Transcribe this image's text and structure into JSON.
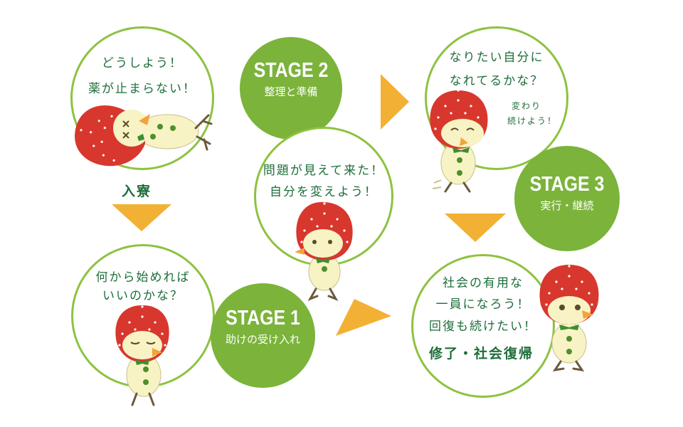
{
  "colors": {
    "ring": "#8dc23f",
    "stage_fill": "#7bb33b",
    "arrow": "#f2b134",
    "text": "#1d6e3a",
    "strawberry": "#d8372e",
    "chick_body": "#f8f3c4",
    "leaf": "#3d8f2f"
  },
  "stages": {
    "stage1": {
      "title": "STAGE 1",
      "subtitle": "助けの受け入れ"
    },
    "stage2": {
      "title": "STAGE 2",
      "subtitle": "整理と準備"
    },
    "stage3": {
      "title": "STAGE 3",
      "subtitle": "実行・継続"
    }
  },
  "bubbles": {
    "admission": {
      "line1": "どうしよう！",
      "line2": "薬が止まらない！",
      "caption": "入寮"
    },
    "where_start": {
      "line1": "何から始めれば",
      "line2": "いいのかな？"
    },
    "problems": {
      "line1": "問題が見えて来た！",
      "line2": "自分を変えよう！"
    },
    "want_to_be": {
      "line1": "なりたい自分に",
      "line2": "なれてるかな？",
      "aside1": "変わり",
      "aside2": "続けよう！"
    },
    "society": {
      "line1": "社会の有用な",
      "line2": "一員になろう！",
      "line3": "回復も続けたい！",
      "caption": "修了・社会復帰"
    }
  },
  "icons": {
    "arrows": [
      "arrow-down-icon",
      "arrow-right-icon",
      "arrow-right-icon",
      "arrow-down-icon"
    ],
    "characters": [
      "strawberry-chick-fallen-icon",
      "strawberry-chick-sleepy-icon",
      "strawberry-chick-worried-icon",
      "strawberry-chick-happy-icon",
      "strawberry-chick-hopeful-icon"
    ]
  }
}
